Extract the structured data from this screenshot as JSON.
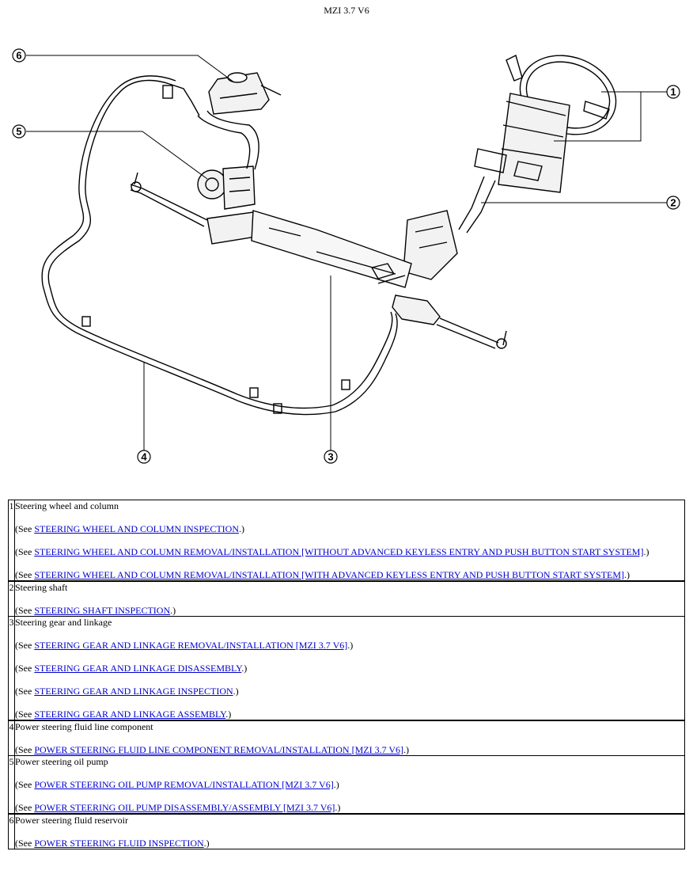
{
  "page": {
    "title": "MZI 3.7 V6"
  },
  "figure": {
    "callouts": [
      "1",
      "2",
      "3",
      "4",
      "5",
      "6"
    ]
  },
  "table": {
    "rows": [
      {
        "num": "1",
        "name": "Steering wheel and column",
        "refs": [
          {
            "pre": "(See ",
            "link": "STEERING WHEEL AND COLUMN INSPECTION",
            "post": ".)"
          },
          {
            "pre": "(See ",
            "link": "STEERING WHEEL AND COLUMN REMOVAL/INSTALLATION [WITHOUT ADVANCED KEYLESS ENTRY AND PUSH BUTTON START SYSTEM]",
            "post": ".)"
          },
          {
            "pre": "(See ",
            "link": "STEERING WHEEL AND COLUMN REMOVAL/INSTALLATION [WITH ADVANCED KEYLESS ENTRY AND PUSH BUTTON START SYSTEM]",
            "post": ".)"
          }
        ]
      },
      {
        "num": "2",
        "name": "Steering shaft",
        "refs": [
          {
            "pre": "(See ",
            "link": "STEERING SHAFT INSPECTION",
            "post": ".)"
          }
        ]
      },
      {
        "num": "3",
        "name": "Steering gear and linkage",
        "refs": [
          {
            "pre": "(See ",
            "link": "STEERING GEAR AND LINKAGE REMOVAL/INSTALLATION [MZI 3.7 V6]",
            "post": ".)"
          },
          {
            "pre": "(See ",
            "link": "STEERING GEAR AND LINKAGE DISASSEMBLY",
            "post": ".)"
          },
          {
            "pre": "(See ",
            "link": "STEERING GEAR AND LINKAGE INSPECTION",
            "post": ".)"
          },
          {
            "pre": "(See ",
            "link": "STEERING GEAR AND LINKAGE ASSEMBLY",
            "post": ".)"
          }
        ]
      },
      {
        "num": "4",
        "name": "Power steering fluid line component",
        "refs": [
          {
            "pre": "(See ",
            "link": "POWER STEERING FLUID LINE COMPONENT REMOVAL/INSTALLATION [MZI 3.7 V6]",
            "post": ".)"
          }
        ]
      },
      {
        "num": "5",
        "name": "Power steering oil pump",
        "refs": [
          {
            "pre": "(See ",
            "link": "POWER STEERING OIL PUMP REMOVAL/INSTALLATION [MZI 3.7 V6]",
            "post": ".)"
          },
          {
            "pre": "(See ",
            "link": "POWER STEERING OIL PUMP DISASSEMBLY/ASSEMBLY [MZI 3.7 V6]",
            "post": ".)"
          }
        ]
      },
      {
        "num": "6",
        "name": "Power steering fluid reservoir",
        "refs": [
          {
            "pre": "(See ",
            "link": "POWER STEERING FLUID INSPECTION",
            "post": ".)"
          }
        ]
      }
    ]
  }
}
